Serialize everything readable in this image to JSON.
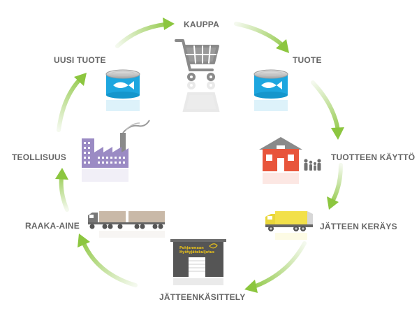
{
  "labels": {
    "kauppa": "KAUPPA",
    "tuote": "TUOTE",
    "tuotteen_kaytto": "TUOTTEEN KÄYTTÖ",
    "jatteen_keraus": "JÄTTEEN KERÄYS",
    "jatteenkasittely": "JÄTTEENKÄSITTELY",
    "raaka_aine": "RAAKA-AINE",
    "teollisuus": "TEOLLISUUS",
    "uusi_tuote": "UUSI TUOTE"
  },
  "facility_sign": {
    "line1": "Pohjanmaan",
    "line2": "Hyötyjätekuljetus"
  },
  "icons": {
    "kauppa": "shopping-cart-icon",
    "tuote": "fish-can-icon",
    "tuotteen_kaytto": "house-family-icon",
    "jatteen_keraus": "garbage-truck-icon",
    "jatteenkasittely": "waste-facility-icon",
    "raaka_aine": "semi-truck-icon",
    "teollisuus": "factory-icon",
    "uusi_tuote": "fish-can-icon"
  },
  "colors": {
    "label": "#666666",
    "arrow_light": "#f4f9ee",
    "arrow_dark": "#8cc63f",
    "can_blue": "#1da6df",
    "house_red": "#e8553b",
    "factory_purple": "#9b8bc4",
    "truck_yellow": "#f2e04a"
  }
}
